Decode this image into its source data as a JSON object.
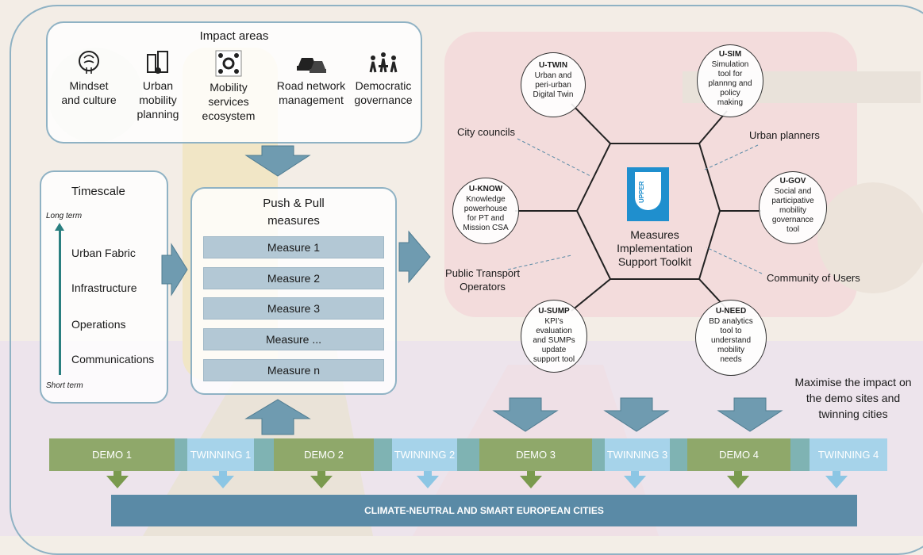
{
  "impact": {
    "title": "Impact areas",
    "items": [
      {
        "label": "Mindset\nand culture",
        "icon": "brain-icon"
      },
      {
        "label": "Urban\nmobility\nplanning",
        "icon": "city-planning-icon"
      },
      {
        "label": "Mobility\nservices\necosystem",
        "icon": "mobility-services-icon"
      },
      {
        "label": "Road network\nmanagement",
        "icon": "cars-icon"
      },
      {
        "label": "Democratic\ngovernance",
        "icon": "people-meeting-icon"
      }
    ]
  },
  "timescale": {
    "title": "Timescale",
    "long_term": "Long term",
    "short_term": "Short term",
    "items": [
      "Urban Fabric",
      "Infrastructure",
      "Operations",
      "Communications"
    ]
  },
  "measures": {
    "title": "Push & Pull\nmeasures",
    "items": [
      "Measure 1",
      "Measure 2",
      "Measure 3",
      "Measure ...",
      "Measure n"
    ]
  },
  "toolkit": {
    "logo_text": "UPPER",
    "center_label": "Measures\nImplementation\nSupport Toolkit",
    "tools": [
      {
        "name": "U-TWIN",
        "desc": "Urban and\nperi-urban\nDigital Twin"
      },
      {
        "name": "U-SIM",
        "desc": "Simulation\ntool for\nplannng and\npolicy\nmaking"
      },
      {
        "name": "U-KNOW",
        "desc": "Knowledge\npowerhouse\nfor PT and\nMission CSA"
      },
      {
        "name": "U-GOV",
        "desc": "Social and\nparticipative\nmobility\ngovernance\ntool"
      },
      {
        "name": "U-SUMP",
        "desc": "KPI’s\nevaluation\nand SUMPs\nupdate\nsupport tool"
      },
      {
        "name": "U-NEED",
        "desc": "BD analytics\ntool to\nunderstand\nmobility\nneeds"
      }
    ],
    "stakeholders": {
      "city_councils": "City councils",
      "urban_planners": "Urban planners",
      "pt_operators": "Public Transport\nOperators",
      "community": "Community of Users"
    }
  },
  "maximise_text": "Maximise the impact on\nthe demo sites and\ntwinning cities",
  "strip": [
    {
      "label": "DEMO 1",
      "kind": "demo"
    },
    {
      "label": "TWINNING 1",
      "kind": "twinning"
    },
    {
      "label": "DEMO 2",
      "kind": "demo"
    },
    {
      "label": "TWINNING 2",
      "kind": "twinning"
    },
    {
      "label": "DEMO 3",
      "kind": "demo"
    },
    {
      "label": "TWINNING 3",
      "kind": "twinning"
    },
    {
      "label": "DEMO 4",
      "kind": "demo"
    },
    {
      "label": "TWINNING 4",
      "kind": "twinning"
    }
  ],
  "footer": "CLIMATE-NEUTRAL AND SMART EUROPEAN CITIES",
  "colors": {
    "demo": "#8fa86a",
    "twinning": "#a6d3ea",
    "footer": "#5a8aa6",
    "arrow": "#6f9bb0",
    "demo_arrow": "#7a9a4e",
    "twin_arrow": "#8cc6e4",
    "logo": "#1f8fce"
  }
}
